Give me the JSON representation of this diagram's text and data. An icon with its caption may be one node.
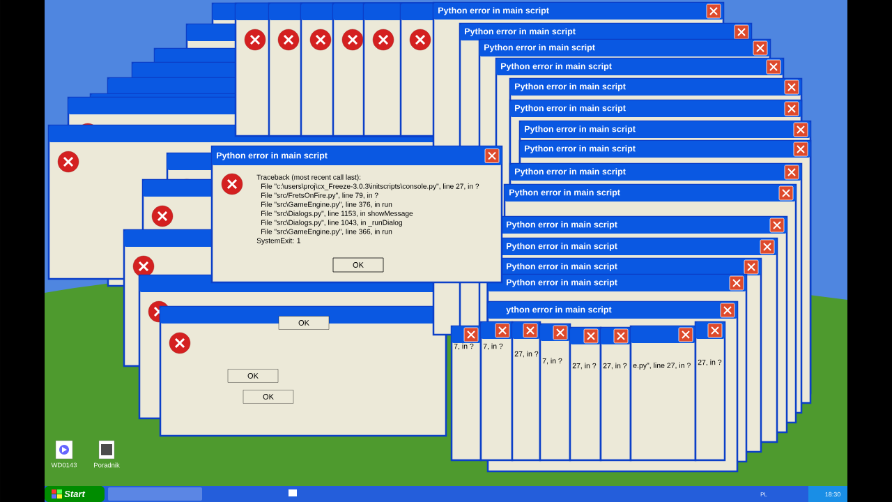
{
  "diagram": {
    "nodes": [
      {
        "text": [
          "Python error in main script",
          "Traceback (most recent call last):",
          "File \"c:\\users\\proj\\cx_Freeze-3.0.3\\initscripts\\console.py\", line 27, in ?",
          "File \"src/FretsOnFire.py\", line 79, in ?",
          "File \"src\\GameEngine.py\", line 376, in run",
          "File \"src\\Dialogs.py\", line 1153, in showMessage",
          "File \"src\\Dialogs.py\", line 1043, in _runDialog",
          "File \"src\\GameEngine.py\", line 366, in run",
          "SystemExit: 1"
        ]
      },
      {
        "text": [
          "OK"
        ],
        "in": 0
      },
      {
        "text": [
          "Python error in main script"
        ]
      },
      {
        "text": [
          "Python error in main script"
        ]
      },
      {
        "text": [
          "Python error in main script"
        ]
      },
      {
        "text": [
          "Python error in main script"
        ]
      },
      {
        "text": [
          "Python error in main script"
        ]
      },
      {
        "text": [
          "Python error in main script"
        ]
      },
      {
        "text": [
          "Python error in main script"
        ]
      },
      {
        "text": [
          "Python error in main script"
        ]
      },
      {
        "text": [
          "Python error in main script"
        ]
      },
      {
        "text": [
          "Python error in main script"
        ]
      },
      {
        "text": [
          "Python error in main script"
        ]
      },
      {
        "text": [
          "Python error in main script"
        ]
      },
      {
        "text": [
          "Python error in main script"
        ]
      },
      {
        "text": [
          "Python error in main script"
        ]
      },
      {
        "text": [
          "ython error in main script"
        ]
      },
      {
        "text": [
          "OK"
        ]
      },
      {
        "text": [
          "OK"
        ]
      },
      {
        "text": [
          "OK"
        ]
      }
    ],
    "labels": [
      "7, in ?",
      "7, in ?",
      "27, in ?",
      "7, in ?",
      "27, in ?",
      "27, in ?",
      "e.py\", line 27, in ?",
      "27, in ?",
      "WD0143",
      "Poradnik",
      "Start",
      "PL",
      "18:30"
    ]
  }
}
